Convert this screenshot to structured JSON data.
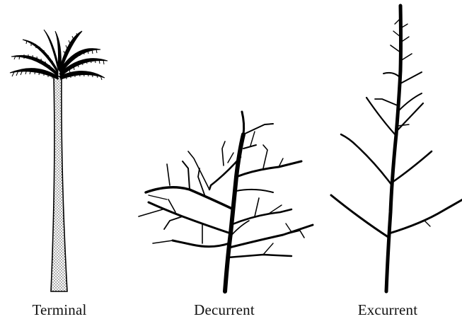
{
  "figure": {
    "line_color": "#000000",
    "trunk_fill": "#d9d9d9",
    "trees": [
      {
        "id": "terminal",
        "label": "Terminal",
        "form": "palm"
      },
      {
        "id": "decurrent",
        "label": "Decurrent",
        "form": "spreading-branches"
      },
      {
        "id": "excurrent",
        "label": "Excurrent",
        "form": "central-leader"
      }
    ]
  }
}
